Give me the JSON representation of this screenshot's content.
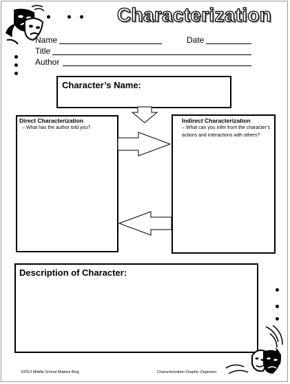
{
  "header": {
    "title": "Characterization"
  },
  "form": {
    "name_label": "Name",
    "date_label": "Date",
    "title_label": "Title",
    "author_label": "Author"
  },
  "character_name": {
    "label": "Character’s Name:"
  },
  "direct": {
    "heading": "Direct Characterization",
    "prompt": "– What has the author told you?"
  },
  "indirect": {
    "heading": "Indirect Characterization",
    "prompt": "– What can you infer from the character’s actions and interactions with others?"
  },
  "description": {
    "label": "Description of Character:"
  },
  "footer": {
    "copyright": "©2013 Middle School Matters Blog",
    "document_name": "Characterization Graphic Organizer"
  },
  "decorations": {
    "top_left": "theater-masks-icon",
    "bottom_right": "theater-masks-icon"
  }
}
